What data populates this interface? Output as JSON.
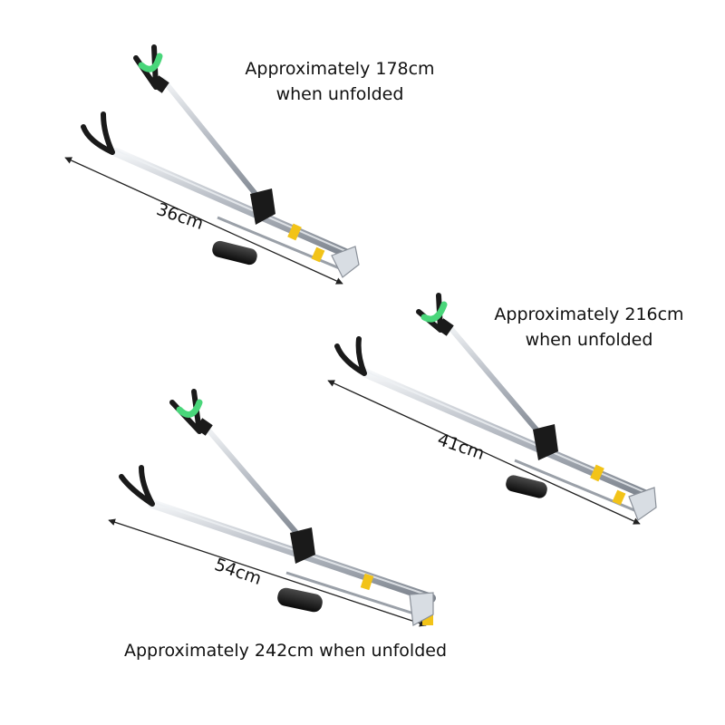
{
  "products": [
    {
      "caption_line1": "Approximately 178cm",
      "caption_line2": "when unfolded",
      "folded_length": "36cm"
    },
    {
      "caption_line1": "Approximately 216cm",
      "caption_line2": "when unfolded",
      "folded_length": "41cm"
    },
    {
      "caption_line1": "Approximately 242cm when unfolded",
      "caption_line2": "",
      "folded_length": "54cm"
    }
  ],
  "colors": {
    "background": "#ffffff",
    "accent_green": "#49d67a",
    "accent_yellow": "#f2c318",
    "holder_black": "#1a1a1a",
    "steel": "#c8ccd2"
  }
}
